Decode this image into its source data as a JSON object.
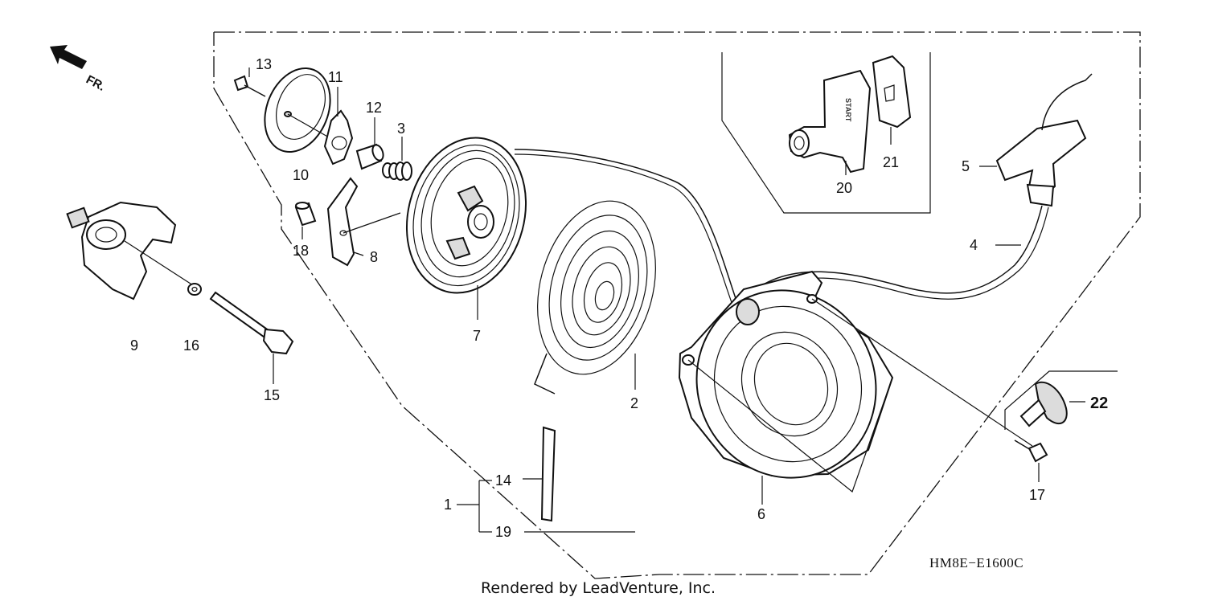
{
  "direction_marker": {
    "label": "FR."
  },
  "diagram_code": "HM8E−E1600C",
  "credit": "Rendered by LeadVenture, Inc.",
  "handle_text": "START",
  "callouts": [
    {
      "id": "1",
      "label": "1"
    },
    {
      "id": "2",
      "label": "2"
    },
    {
      "id": "3",
      "label": "3"
    },
    {
      "id": "4",
      "label": "4"
    },
    {
      "id": "5",
      "label": "5"
    },
    {
      "id": "6",
      "label": "6"
    },
    {
      "id": "7",
      "label": "7"
    },
    {
      "id": "8",
      "label": "8"
    },
    {
      "id": "9",
      "label": "9"
    },
    {
      "id": "10",
      "label": "10"
    },
    {
      "id": "11",
      "label": "11"
    },
    {
      "id": "12",
      "label": "12"
    },
    {
      "id": "13",
      "label": "13"
    },
    {
      "id": "14",
      "label": "14"
    },
    {
      "id": "15",
      "label": "15"
    },
    {
      "id": "16",
      "label": "16"
    },
    {
      "id": "17",
      "label": "17"
    },
    {
      "id": "18",
      "label": "18"
    },
    {
      "id": "19",
      "label": "19"
    },
    {
      "id": "20",
      "label": "20"
    },
    {
      "id": "21",
      "label": "21"
    },
    {
      "id": "22",
      "label": "22"
    }
  ]
}
